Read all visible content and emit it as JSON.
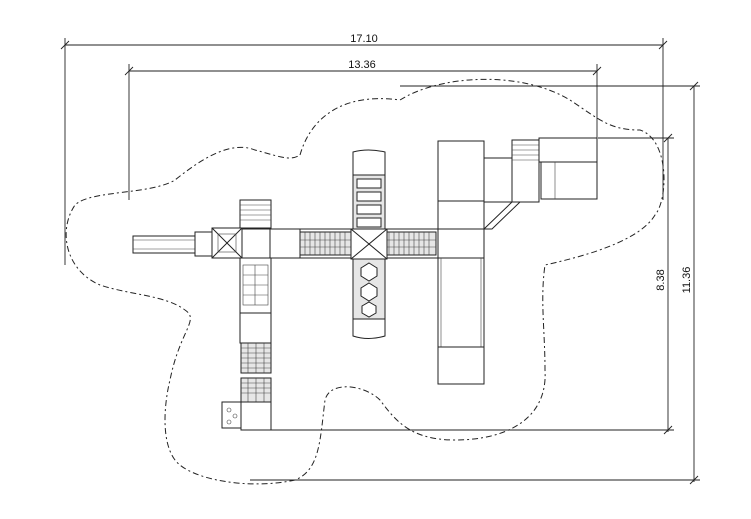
{
  "dimensions": {
    "overall_width": "17.10",
    "equipment_width": "13.36",
    "equipment_depth": "8.38",
    "overall_depth": "11.36"
  }
}
